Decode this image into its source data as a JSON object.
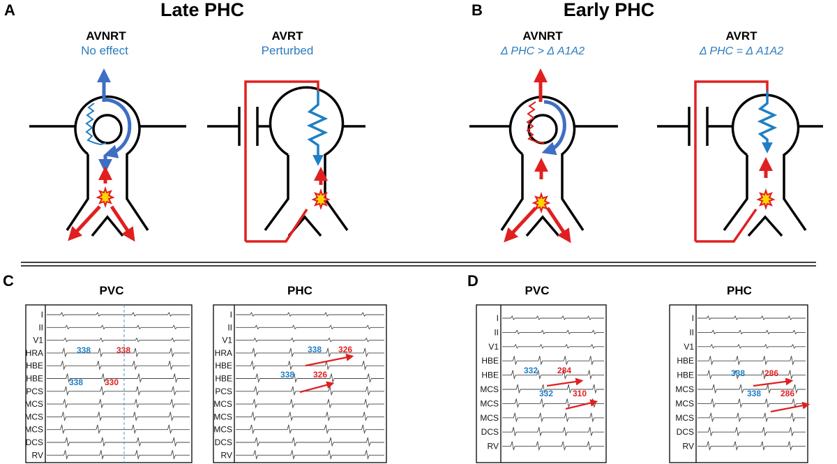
{
  "panels": {
    "A": {
      "letter": "A",
      "title": "Late PHC",
      "left": {
        "name": "AVNRT",
        "note": "No effect"
      },
      "right": {
        "name": "AVRT",
        "note": "Perturbed"
      }
    },
    "B": {
      "letter": "B",
      "title": "Early PHC",
      "left": {
        "name": "AVNRT",
        "note": "Δ PHC > Δ A1A2"
      },
      "right": {
        "name": "AVRT",
        "note": "Δ PHC = Δ A1A2"
      }
    },
    "C": {
      "letter": "C",
      "pvc": {
        "title": "PVC",
        "leads": [
          "I",
          "II",
          "V1",
          "HRA",
          "HBE",
          "HBE",
          "PCS",
          "MCS",
          "MCS",
          "MCS",
          "DCS",
          "RV"
        ],
        "labels": [
          {
            "text": "338",
            "color": "blue"
          },
          {
            "text": "338",
            "color": "red"
          },
          {
            "text": "338",
            "color": "blue"
          },
          {
            "text": "330",
            "color": "red"
          }
        ]
      },
      "phc": {
        "title": "PHC",
        "leads": [
          "I",
          "II",
          "V1",
          "HRA",
          "HBE",
          "HBE",
          "PCS",
          "MCS",
          "MCS",
          "MCS",
          "DCS",
          "RV"
        ],
        "labels": [
          {
            "text": "338",
            "color": "blue"
          },
          {
            "text": "326",
            "color": "red"
          },
          {
            "text": "338",
            "color": "blue"
          },
          {
            "text": "326",
            "color": "red"
          }
        ]
      }
    },
    "D": {
      "letter": "D",
      "pvc": {
        "title": "PVC",
        "leads": [
          "I",
          "II",
          "V1",
          "HBE",
          "HBE",
          "MCS",
          "MCS",
          "MCS",
          "DCS",
          "RV"
        ],
        "labels": [
          {
            "text": "332",
            "color": "blue"
          },
          {
            "text": "284",
            "color": "red"
          },
          {
            "text": "332",
            "color": "blue"
          },
          {
            "text": "310",
            "color": "red"
          }
        ]
      },
      "phc": {
        "title": "PHC",
        "leads": [
          "I",
          "II",
          "V1",
          "HBE",
          "HBE",
          "MCS",
          "MCS",
          "MCS",
          "DCS",
          "RV"
        ],
        "labels": [
          {
            "text": "338",
            "color": "blue"
          },
          {
            "text": "286",
            "color": "red"
          },
          {
            "text": "338",
            "color": "blue"
          },
          {
            "text": "286",
            "color": "red"
          }
        ]
      }
    }
  },
  "colors": {
    "red": "#e02020",
    "blue": "#1f7fc4",
    "blue_arrow": "#3f6fc4",
    "black": "#000000",
    "star": "#ffd400"
  }
}
